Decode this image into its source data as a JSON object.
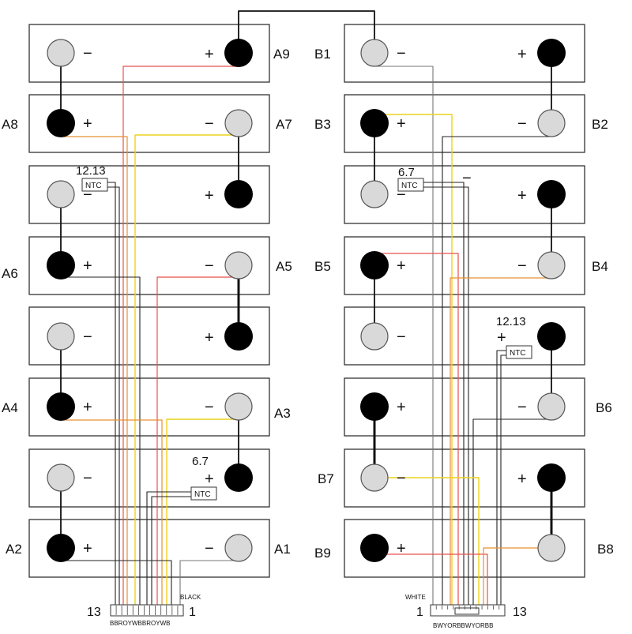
{
  "signs": {
    "plus": "+",
    "minus": "−"
  },
  "labels": {
    "A1": "A1",
    "A2": "A2",
    "A3": "A3",
    "A4": "A4",
    "A5": "A5",
    "A6": "A6",
    "A7": "A7",
    "A8": "A8",
    "A9": "A9",
    "B1": "B1",
    "B2": "B2",
    "B3": "B3",
    "B4": "B4",
    "B5": "B5",
    "B6": "B6",
    "B7": "B7",
    "B8": "B8",
    "B9": "B9"
  },
  "ntc": {
    "label": "NTC",
    "left_upper_value": "12.13",
    "left_lower_value": "6.7",
    "right_upper_value": "6.7",
    "right_lower_value": "12.13"
  },
  "connectors": {
    "left": {
      "cable": "BLACK",
      "pin_high": "13",
      "pin_low": "1",
      "code": "BBROYWBBROYWB"
    },
    "right": {
      "cable": "WHITE",
      "pin_low": "1",
      "pin_high": "13",
      "code": "BWYORBBWYORBB"
    }
  },
  "colors": {
    "red": "#e8504c",
    "yellow": "#ecd21c",
    "orange": "#e89030",
    "black": "#222222",
    "gray": "#777777"
  }
}
